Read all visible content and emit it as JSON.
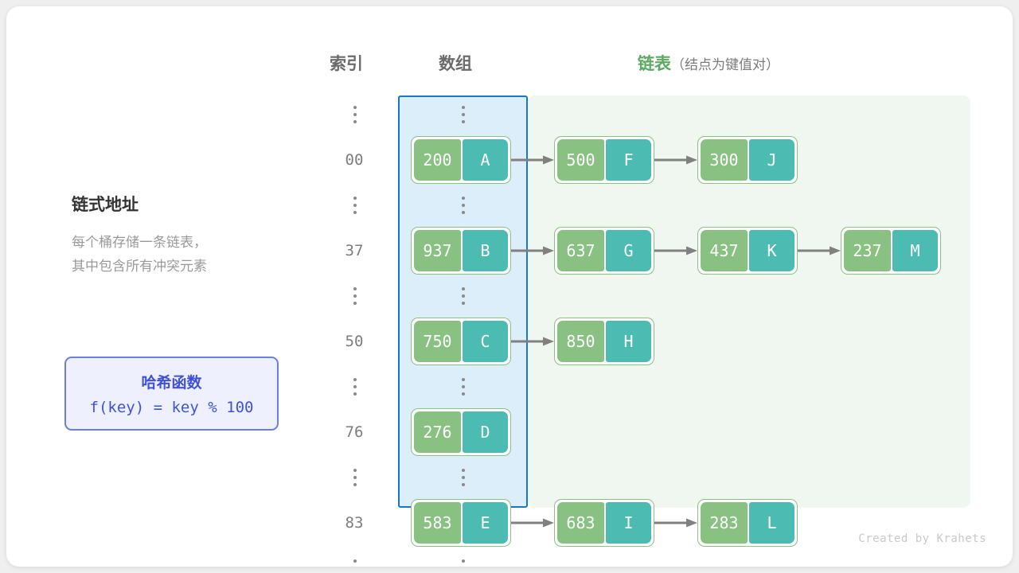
{
  "headers": {
    "index": "索引",
    "array": "数组",
    "list_main": "链表",
    "list_sub": "（结点为键值对）"
  },
  "description": {
    "title": "链式地址",
    "line1": "每个桶存储一条链表，",
    "line2": "其中包含所有冲突元素"
  },
  "hash_function": {
    "title": "哈希函数",
    "formula": "f(key) = key % 100"
  },
  "colors": {
    "key_cell": "#89c183",
    "value_cell": "#4cbcb2",
    "node_border": "#8cc07f",
    "array_panel_border": "#1878c8",
    "array_panel_fill": "#dceefa",
    "list_panel_fill": "#f0f7f0",
    "arrow": "#808080",
    "list_header": "#5ca964",
    "hash_box_border": "#6b7fe0",
    "hash_box_text": "#3f51d8"
  },
  "ellipsis_glyph": "vertical-ellipsis",
  "rows": [
    {
      "kind": "ellipsis"
    },
    {
      "kind": "bucket",
      "index": "00",
      "nodes": [
        {
          "key": "200",
          "value": "A"
        },
        {
          "key": "500",
          "value": "F"
        },
        {
          "key": "300",
          "value": "J"
        }
      ]
    },
    {
      "kind": "ellipsis"
    },
    {
      "kind": "bucket",
      "index": "37",
      "nodes": [
        {
          "key": "937",
          "value": "B"
        },
        {
          "key": "637",
          "value": "G"
        },
        {
          "key": "437",
          "value": "K"
        },
        {
          "key": "237",
          "value": "M"
        }
      ]
    },
    {
      "kind": "ellipsis"
    },
    {
      "kind": "bucket",
      "index": "50",
      "nodes": [
        {
          "key": "750",
          "value": "C"
        },
        {
          "key": "850",
          "value": "H"
        }
      ]
    },
    {
      "kind": "ellipsis"
    },
    {
      "kind": "bucket",
      "index": "76",
      "nodes": [
        {
          "key": "276",
          "value": "D"
        }
      ]
    },
    {
      "kind": "ellipsis"
    },
    {
      "kind": "bucket",
      "index": "83",
      "nodes": [
        {
          "key": "583",
          "value": "E"
        },
        {
          "key": "683",
          "value": "I"
        },
        {
          "key": "283",
          "value": "L"
        }
      ]
    },
    {
      "kind": "ellipsis"
    }
  ],
  "footer": "Created by Krahets"
}
